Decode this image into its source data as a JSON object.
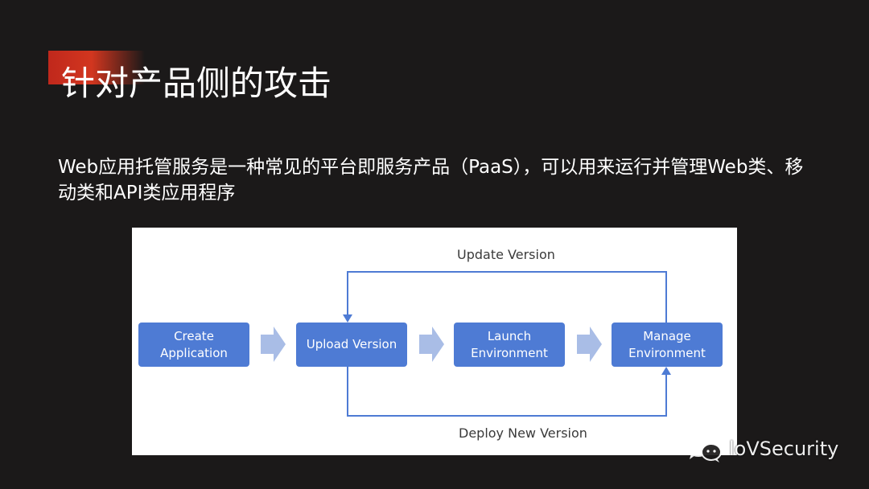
{
  "slide": {
    "title": "针对产品侧的攻击",
    "body": "Web应用托管服务是一种常见的平台即服务产品（PaaS），可以用来运行并管理Web类、移动类和API类应用程序"
  },
  "diagram": {
    "steps": [
      {
        "label": "Create\nApplication"
      },
      {
        "label": "Upload Version"
      },
      {
        "label": "Launch\nEnvironment"
      },
      {
        "label": "Manage\nEnvironment"
      }
    ],
    "top_loop_label": "Update Version",
    "bottom_loop_label": "Deploy New Version"
  },
  "watermark": {
    "text": "loVSecurity",
    "icon": "wechat-icon"
  },
  "colors": {
    "background": "#1b1919",
    "accent_red": "#d2361f",
    "box_blue": "#4e7bd4",
    "arrow_light_blue": "#a9bde6",
    "connector_blue": "#4e7bd4"
  }
}
